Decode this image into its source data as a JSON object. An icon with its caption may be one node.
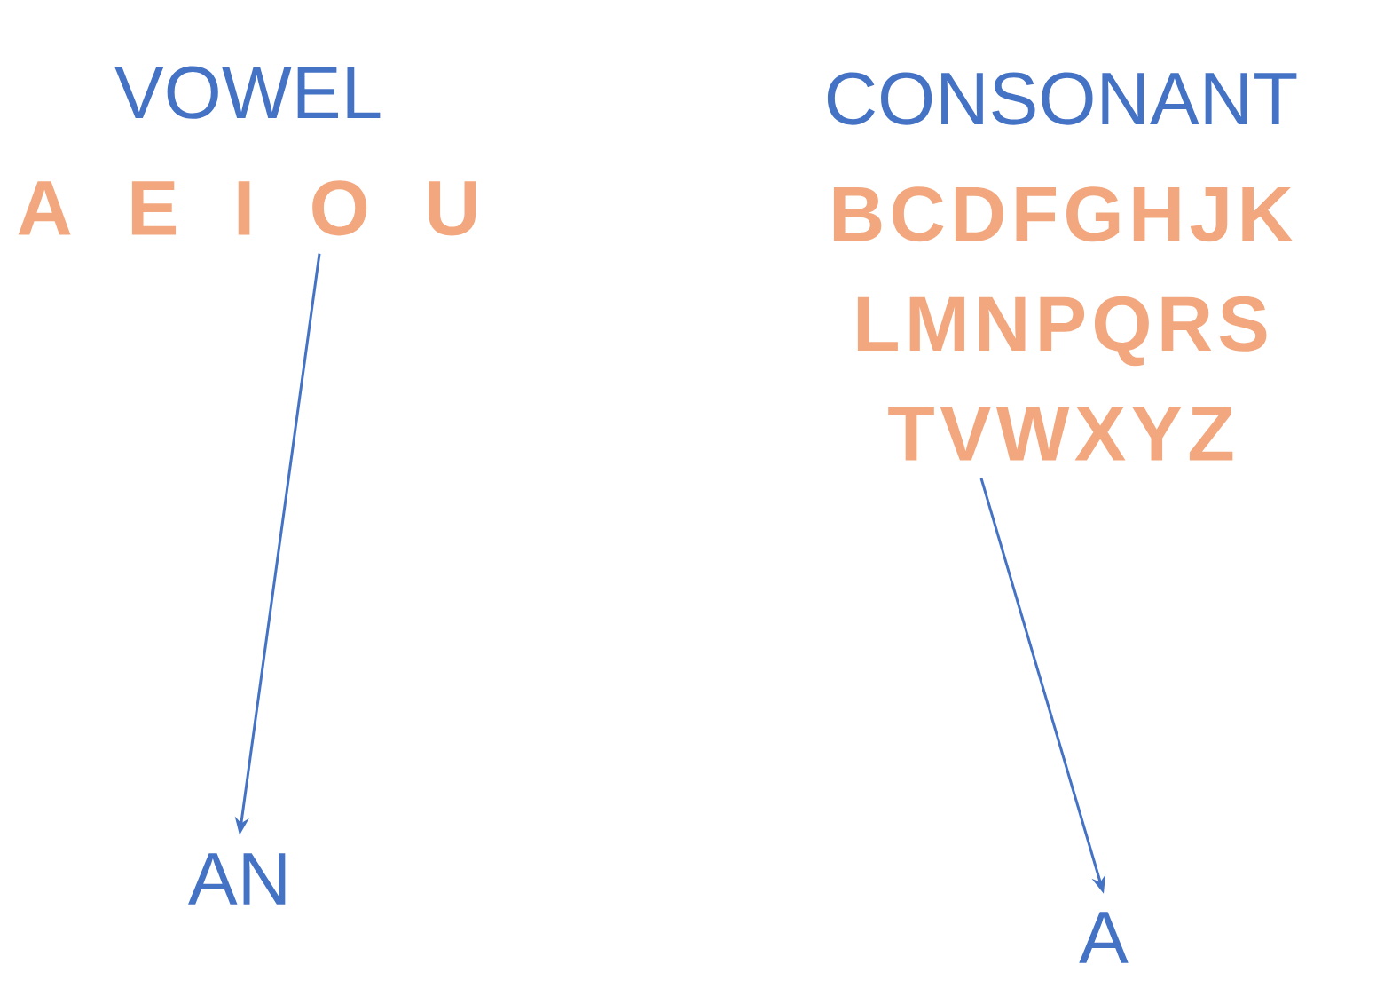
{
  "diagram": {
    "nodes": [
      {
        "text": [
          "VOWEL",
          "A E I O U"
        ]
      },
      {
        "text": [
          "CONSONANT",
          "BCDFGHJK LMNPQRS TVWXYZ"
        ]
      },
      {
        "text": [
          "AN"
        ]
      },
      {
        "text": [
          "A"
        ]
      }
    ],
    "edges": [
      {
        "from": 0,
        "to": 2,
        "arrow": "to"
      },
      {
        "from": 1,
        "to": 3,
        "arrow": "to"
      }
    ]
  }
}
